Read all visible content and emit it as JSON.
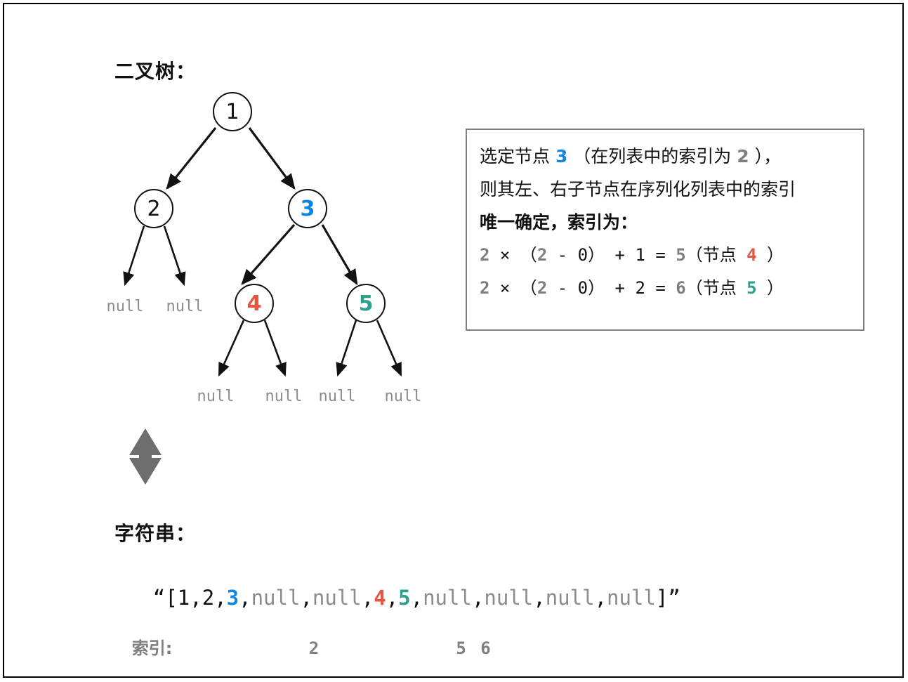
{
  "colors": {
    "blue": "#1186E0",
    "orange": "#E8543F",
    "teal": "#2CA08C",
    "grey": "#7f7f7f",
    "null_grey": "#8c8c8c",
    "black": "#111111",
    "box_border": "#7f7f7f",
    "page_border": "#000000"
  },
  "headings": {
    "tree": "二叉树：",
    "string": "字符串："
  },
  "tree": {
    "nodes": [
      {
        "label": "1",
        "color": "#111111",
        "bold": false
      },
      {
        "label": "2",
        "color": "#111111",
        "bold": false
      },
      {
        "label": "3",
        "color": "#1186E0",
        "bold": true
      },
      {
        "label": "4",
        "color": "#E8543F",
        "bold": true
      },
      {
        "label": "5",
        "color": "#2CA08C",
        "bold": true
      }
    ],
    "null_labels": [
      "null",
      "null",
      "null",
      "null",
      "null",
      "null"
    ]
  },
  "info_box": {
    "line1": {
      "part1": "选定节点 ",
      "node": "3",
      "part2": " （在列表中的索引为 ",
      "index": "2",
      "part3": " ），"
    },
    "line2": "则其左、右子节点在序列化列表中的索引",
    "line3": "唯一确定，索引为：",
    "formula1": {
      "a": "2",
      "times": " × （",
      "b": "2",
      "minus": " - ",
      "c": "0",
      "close": "） + ",
      "addend": "1",
      "eq": " = ",
      "result": "5",
      "node_prefix": "（节点 ",
      "node": "4",
      "node_suffix": " ）"
    },
    "formula2": {
      "a": "2",
      "times": " × （",
      "b": "2",
      "minus": " - ",
      "c": "0",
      "close": "） + ",
      "addend": "2",
      "eq": " = ",
      "result": "6",
      "node_prefix": "（节点 ",
      "node": "5",
      "node_suffix": " ）"
    }
  },
  "string_section": {
    "open_quote": "“",
    "close_quote": "”",
    "bracket_open": "[",
    "bracket_close": "]",
    "tokens": [
      {
        "text": "1",
        "kind": "value"
      },
      {
        "text": "2",
        "kind": "value"
      },
      {
        "text": "3",
        "kind": "blue"
      },
      {
        "text": "null",
        "kind": "null"
      },
      {
        "text": "null",
        "kind": "null"
      },
      {
        "text": "4",
        "kind": "orange"
      },
      {
        "text": "5",
        "kind": "teal"
      },
      {
        "text": "null",
        "kind": "null"
      },
      {
        "text": "null",
        "kind": "null"
      },
      {
        "text": "null",
        "kind": "null"
      },
      {
        "text": "null",
        "kind": "null"
      }
    ],
    "full_string": "“[1,2,3,null,null,4,5,null,null,null,null]”",
    "index_label": "索引:",
    "index_marks": [
      {
        "value": "2",
        "for_token": "3"
      },
      {
        "value": "5",
        "for_token": "4"
      },
      {
        "value": "6",
        "for_token": "5"
      }
    ]
  },
  "double_arrow": {
    "name": "equivalence-arrow",
    "color": "#6e6e6e"
  }
}
